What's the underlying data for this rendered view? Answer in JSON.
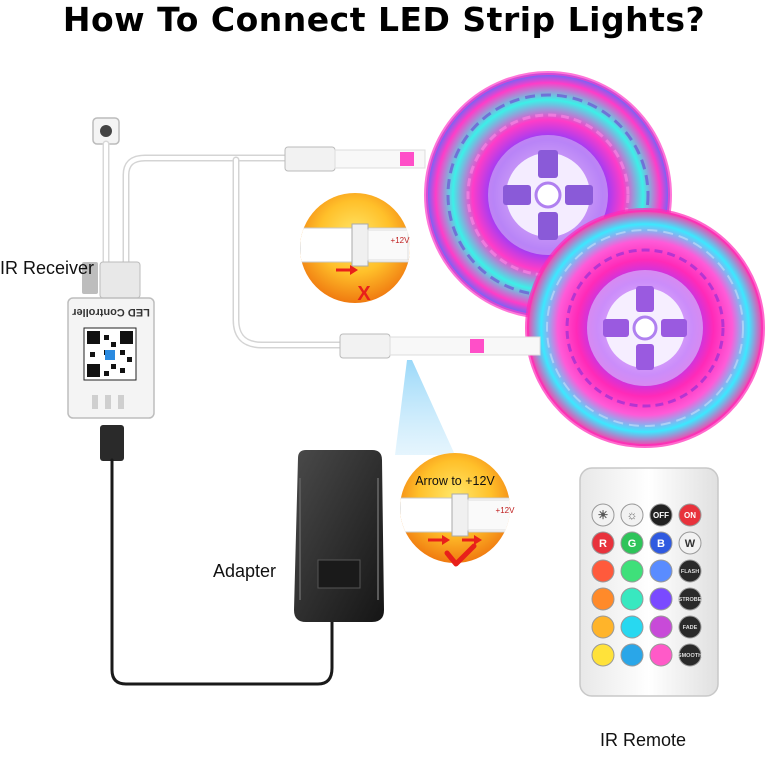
{
  "title": "How To Connect LED Strip Lights?",
  "labels": {
    "ir_receiver": "IR Receiver",
    "adapter": "Adapter",
    "ir_remote": "IR Remote",
    "arrow_hint": "Arrow to +12V",
    "controller_text": "LED Controller",
    "voltage_mark": "+12V",
    "wrong_mark": "X"
  },
  "remote": {
    "top_keys": [
      "bright-up",
      "bright-down",
      "OFF",
      "ON"
    ],
    "letter_keys": [
      "R",
      "G",
      "B",
      "W"
    ],
    "mode_keys": [
      "FLASH",
      "STROBE",
      "FADE",
      "SMOOTH"
    ],
    "color_grid": [
      [
        "#ff5a3c",
        "#3fe07a",
        "#5a8cff"
      ],
      [
        "#ff8a2a",
        "#38e8c0",
        "#7a4aff"
      ],
      [
        "#ffb42a",
        "#28d8f0",
        "#c84ad8"
      ],
      [
        "#ffe23a",
        "#2aa6e8",
        "#ff5ac8"
      ]
    ],
    "top_key_colors": [
      "#f2f2f2",
      "#f2f2f2",
      "#222222",
      "#e8323c"
    ],
    "letter_key_colors": [
      "#e8323c",
      "#2ec45a",
      "#2f5ae0",
      "#f2f2f2"
    ]
  },
  "colors": {
    "strip_pink": "#ff3cc8",
    "strip_purple": "#8a3cff",
    "strip_cyan": "#3cf0e8",
    "wrong_red": "#e8201a",
    "callout_orange": "#f6a21a"
  }
}
